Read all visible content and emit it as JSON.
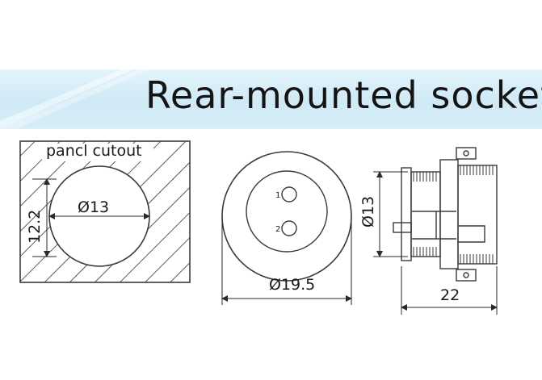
{
  "banner": {
    "title": "Rear-mounted socket",
    "color": "#d2ebf7"
  },
  "panel_cutout": {
    "label": "pancl cutout",
    "height_dim": "12.2",
    "hole_dim": "Ø13"
  },
  "front_view": {
    "pin_1": "1",
    "pin_2": "2",
    "outer_dim": "Ø19.5"
  },
  "side_view": {
    "thread_dim": "Ø13",
    "length_dim": "22"
  },
  "colors": {
    "line": "#3a3a3a",
    "banner": "#d2ebf7"
  }
}
